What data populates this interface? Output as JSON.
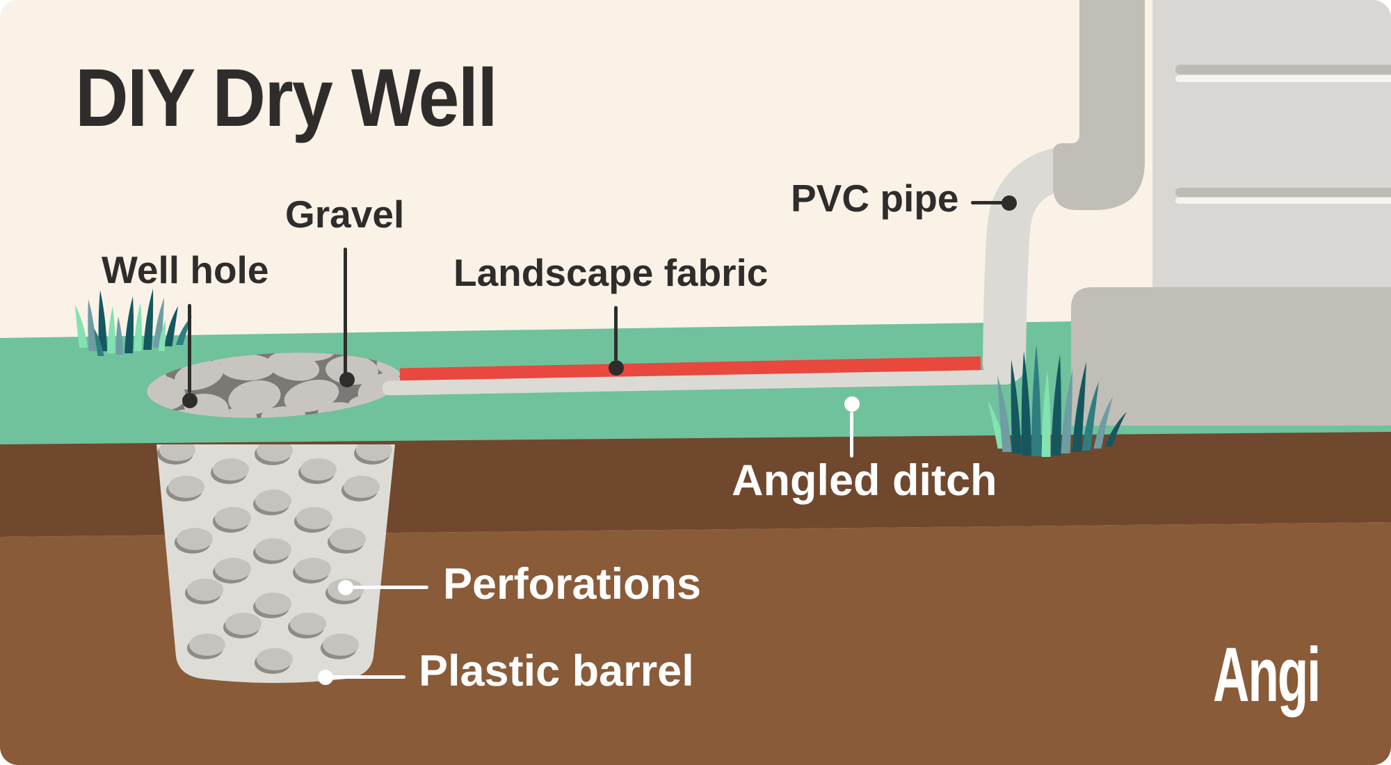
{
  "title": "DIY Dry Well",
  "labels": {
    "well_hole": "Well hole",
    "gravel": "Gravel",
    "landscape_fabric": "Landscape fabric",
    "pvc_pipe": "PVC pipe",
    "angled_ditch": "Angled ditch",
    "perforations": "Perforations",
    "plastic_barrel": "Plastic barrel"
  },
  "brand": {
    "logo_text": "Angi"
  },
  "colors": {
    "background": "#FBF2E7",
    "ink": "#2E2D2B",
    "label_white": "#FFFFFF",
    "grass_green": "#6FC29C",
    "soil_dark": "#6F482D",
    "soil_light": "#8A5B38",
    "fabric_red": "#E8483D",
    "pipe_light": "#DCDAD5",
    "gutter_gray": "#C1BDB7",
    "wall_gray": "#D9D7D3",
    "siding_stripe_dark": "#BEBAB4",
    "siding_stripe_white": "#F5F4F0",
    "well_hole_dark": "#7B7875",
    "gravel_stone": "#C8C5C1",
    "barrel_gray": "#DEDCD7",
    "perforation_gray": "#C6C3BE",
    "perforation_shadow": "#8F8C88",
    "grass_blade_mint": "#83E2B2",
    "grass_blade_slate": "#6E9DA4",
    "grass_blade_teal": "#2E7D80",
    "grass_blade_dark": "#15575F"
  }
}
